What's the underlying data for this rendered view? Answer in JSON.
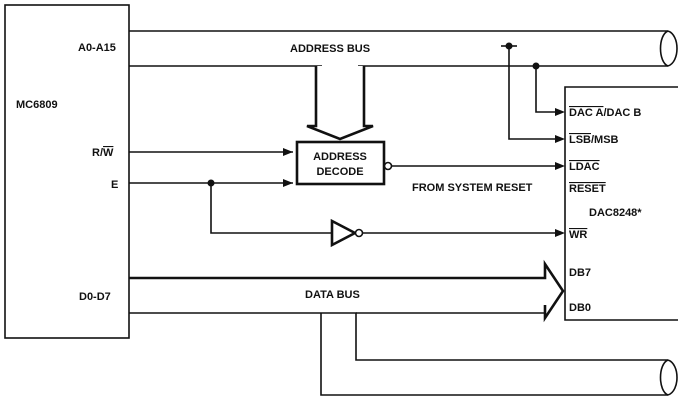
{
  "mpu": {
    "name": "MC6809",
    "pins": {
      "address": "A0-A15",
      "rw": "R/W",
      "rw_overline": "W",
      "enable": "E",
      "data": "D0-D7"
    }
  },
  "buses": {
    "address": "ADDRESS BUS",
    "data": "DATA BUS"
  },
  "decoder": {
    "line1": "ADDRESS",
    "line2": "DECODE"
  },
  "system_reset": "FROM SYSTEM RESET",
  "dac": {
    "name": "DAC8248*",
    "pins": {
      "dac_a": "DAC A",
      "dac_b": "/DAC B",
      "lsb": "LSB",
      "msb": "/MSB",
      "ldac": "LDAC",
      "reset": "RESET",
      "wr": "WR",
      "db7": "DB7",
      "db0": "DB0"
    }
  }
}
